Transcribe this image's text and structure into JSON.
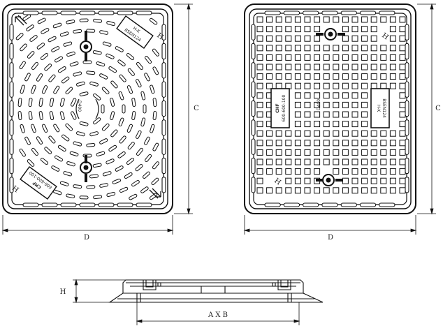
{
  "drawing": {
    "left_view": {
      "dim_height_label": "C",
      "dim_width_label": "D",
      "plate_top": [
        "H-K",
        "BSEN124"
      ],
      "plate_bottom": [
        "CHF",
        "600-600-100"
      ],
      "center_mark": "D400",
      "corner_letters": [
        "H",
        "H"
      ]
    },
    "right_view": {
      "dim_height_label": "C",
      "dim_width_label": "D",
      "plate_left": [
        "CHF",
        "600-600-100"
      ],
      "plate_right": [
        "H-K",
        "BSEN124"
      ],
      "center_mark": "D400",
      "corner_letters": [
        "H",
        "H"
      ]
    },
    "section_view": {
      "dim_height_label": "H",
      "dim_width_label": "A X B"
    }
  }
}
